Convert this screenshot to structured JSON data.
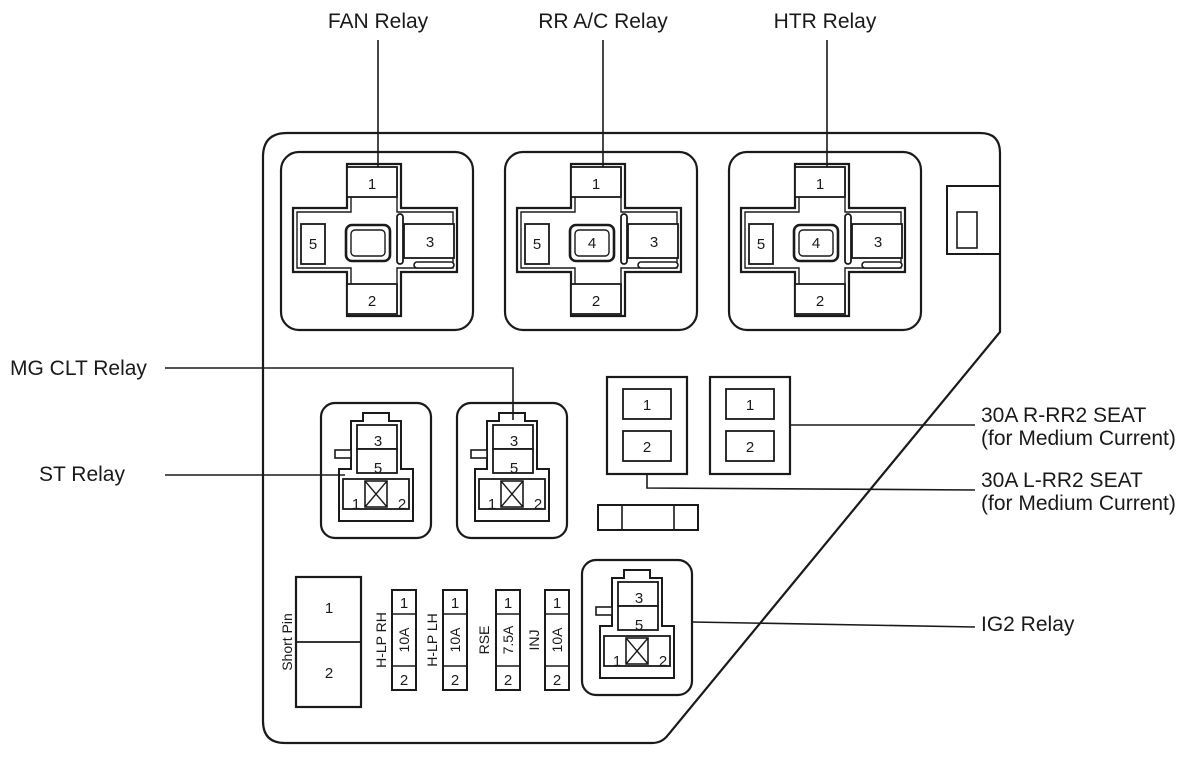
{
  "callouts": {
    "fan_relay": "FAN Relay",
    "rr_ac_relay": "RR A/C Relay",
    "htr_relay": "HTR Relay",
    "mg_clt_relay": "MG CLT Relay",
    "st_relay": "ST Relay",
    "ig2_relay": "IG2 Relay",
    "r_rr2_seat": "30A R-RR2 SEAT",
    "r_rr2_seat_note": "(for Medium Current)",
    "l_rr2_seat": "30A L-RR2 SEAT",
    "l_rr2_seat_note": "(for Medium Current)"
  },
  "large_relay_pins": {
    "p1": "1",
    "p2": "2",
    "p3": "3",
    "p4": "4",
    "p5": "5"
  },
  "small_relay_pins": {
    "p1": "1",
    "p2": "2",
    "p3": "3",
    "p5": "5"
  },
  "seat_fuse_pins": {
    "p1": "1",
    "p2": "2"
  },
  "short_pin": {
    "label": "Short Pin",
    "p1": "1",
    "p2": "2"
  },
  "fuses": [
    {
      "name": "H-LP RH",
      "rating": "10A",
      "p1": "1",
      "p2": "2"
    },
    {
      "name": "H-LP LH",
      "rating": "10A",
      "p1": "1",
      "p2": "2"
    },
    {
      "name": "RSE",
      "rating": "7.5A",
      "p1": "1",
      "p2": "2"
    },
    {
      "name": "INJ",
      "rating": "10A",
      "p1": "1",
      "p2": "2"
    }
  ]
}
